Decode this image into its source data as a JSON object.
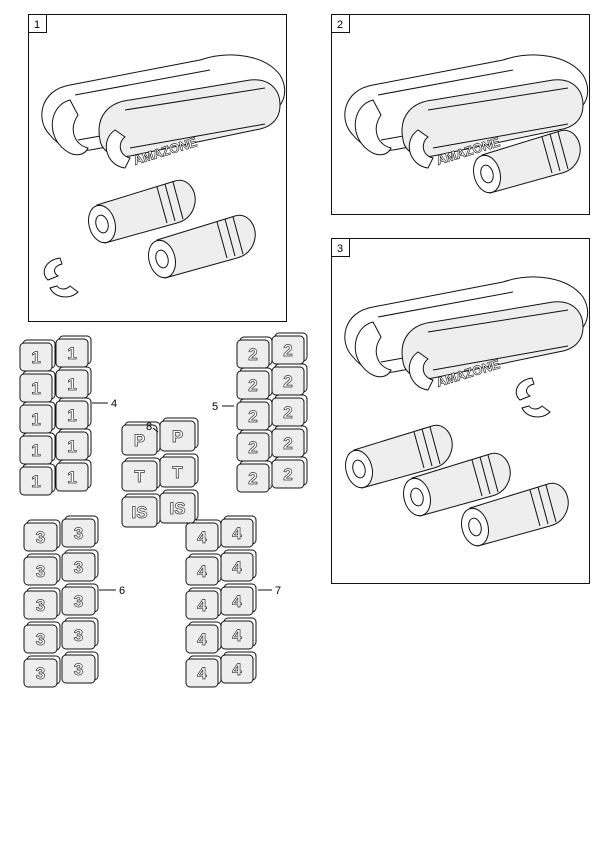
{
  "panels": [
    {
      "number": "1",
      "brand_text": "AMAZONE",
      "tubes": 2,
      "clips": 1
    },
    {
      "number": "2",
      "brand_text": "AMAZONE",
      "tubes": 1,
      "clips": 0
    },
    {
      "number": "3",
      "brand_text": "AMAZONE",
      "tubes": 3,
      "clips": 1
    }
  ],
  "key_groups": [
    {
      "callout": "4",
      "glyph": "1",
      "rows": 5,
      "cols": 2
    },
    {
      "callout": "5",
      "glyph": "2",
      "rows": 5,
      "cols": 2
    },
    {
      "callout": "6",
      "glyph": "3",
      "rows": 5,
      "cols": 2
    },
    {
      "callout": "7",
      "glyph": "4",
      "rows": 5,
      "cols": 2
    },
    {
      "callout": "8",
      "glyphs": [
        "P",
        "P",
        "T",
        "T",
        "IS",
        "IS"
      ],
      "rows": 3,
      "cols": 2
    }
  ]
}
